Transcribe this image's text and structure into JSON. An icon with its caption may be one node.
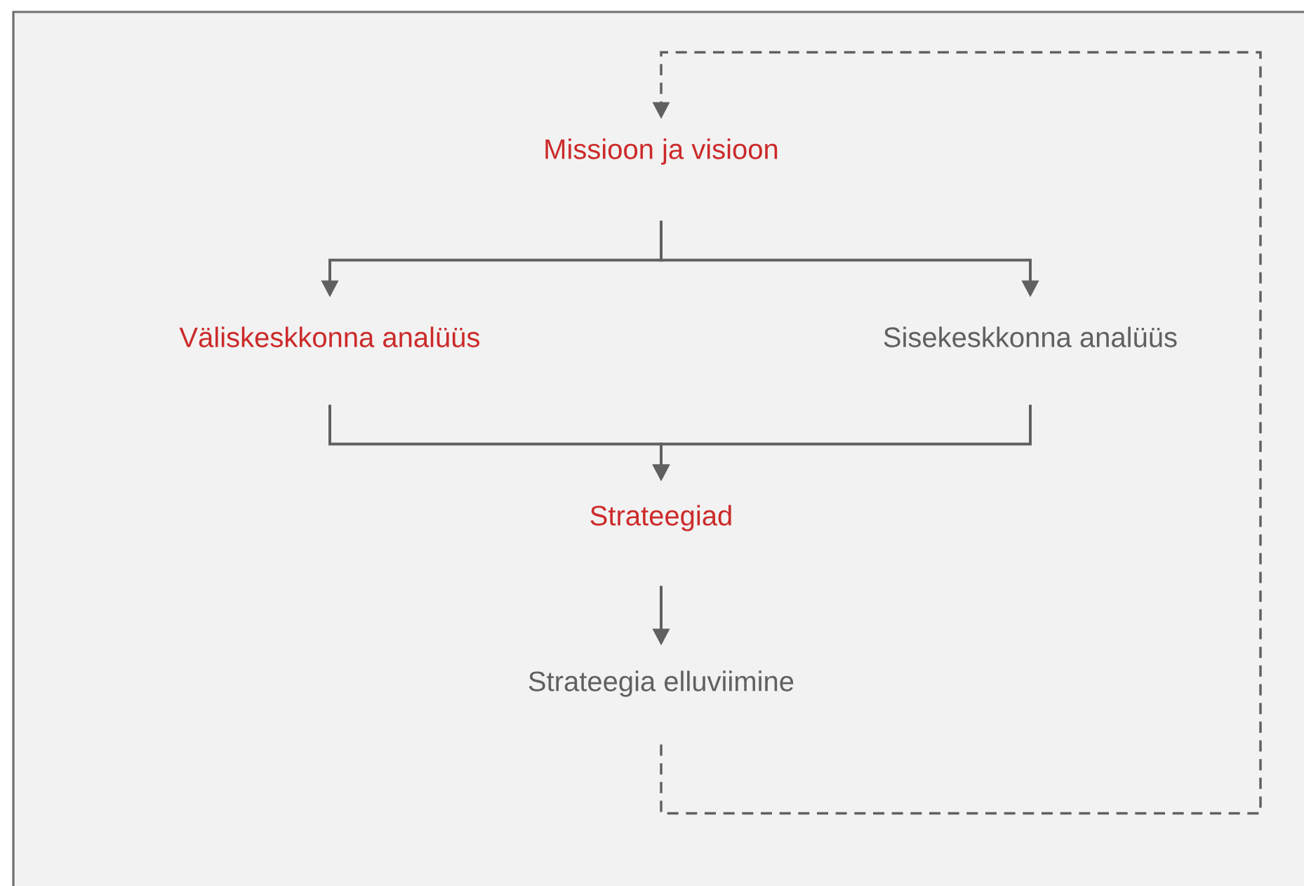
{
  "diagram": {
    "nodes": [
      {
        "text": [
          "Missioon ja visioon"
        ]
      },
      {
        "text": [
          "Väliskeskkonna analüüs"
        ]
      },
      {
        "text": [
          "Sisekeskkonna analüüs"
        ]
      },
      {
        "text": [
          "Strateegiad"
        ]
      },
      {
        "text": [
          "Strateegia elluviimine"
        ]
      }
    ],
    "edges": [
      {
        "from": 0,
        "to": 1,
        "arrow": "to"
      },
      {
        "from": 0,
        "to": 2,
        "arrow": "to"
      },
      {
        "from": 1,
        "to": 3,
        "arrow": "to"
      },
      {
        "from": 2,
        "to": 3,
        "arrow": "to"
      },
      {
        "from": 3,
        "to": 4,
        "arrow": "to"
      },
      {
        "from": 4,
        "to": 0,
        "arrow": "to",
        "style": "dashed"
      }
    ]
  }
}
